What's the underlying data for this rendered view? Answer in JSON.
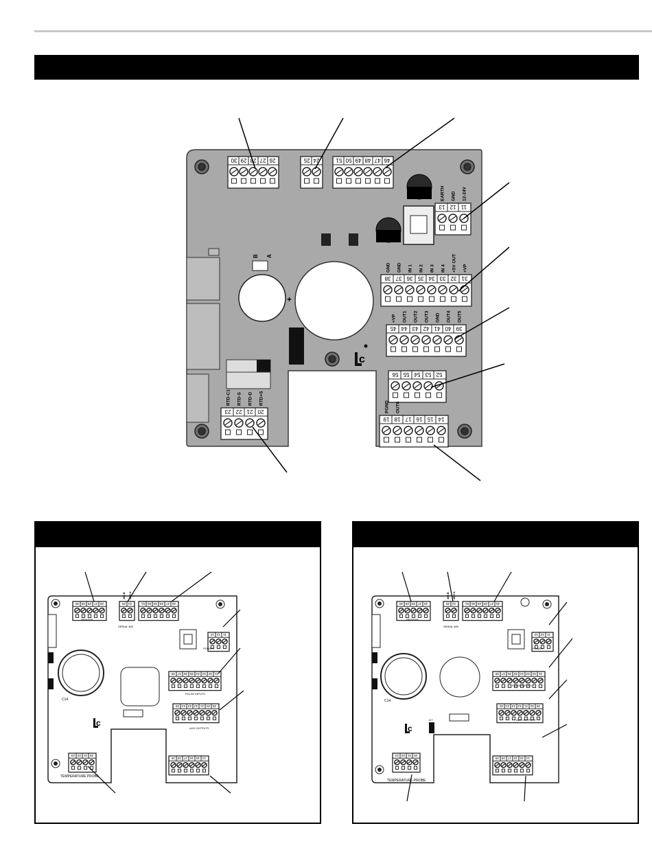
{
  "main_board": {
    "terminal_top_left": [
      "30",
      "29",
      "28",
      "27",
      "26"
    ],
    "terminal_top_mid": [
      "25",
      "24"
    ],
    "terminal_top_right": [
      "51",
      "50",
      "49",
      "48",
      "47",
      "46"
    ],
    "power_labels": [
      "EARTH",
      "GND",
      "12-24V"
    ],
    "power_numbers": [
      "13",
      "12",
      "11"
    ],
    "input_labels": [
      "GND",
      "GND",
      "IN 1",
      "IN 2",
      "IN 3",
      "IN 4",
      "+5V OUT",
      "+VP"
    ],
    "input_numbers": [
      "38",
      "37",
      "36",
      "35",
      "34",
      "33",
      "32",
      "31"
    ],
    "output_labels": [
      "+VP",
      "OUT1",
      "OUT2",
      "OUT3",
      "GND",
      "OUT4",
      "OUT5"
    ],
    "output_numbers": [
      "45",
      "44",
      "43",
      "42",
      "41",
      "40",
      "39"
    ],
    "aux_numbers": [
      "56",
      "55",
      "54",
      "53",
      "52"
    ],
    "bottom_labels": [
      "PGND",
      "OUT6"
    ],
    "bottom_numbers": [
      "19",
      "18",
      "17",
      "16",
      "15",
      "14"
    ],
    "rtd_labels": [
      "RTD-C1",
      "RTD-S",
      "RTD-D",
      "RTD+S"
    ],
    "rtd_numbers": [
      "23",
      "22",
      "21",
      "20"
    ],
    "switch_labels": [
      "B",
      "A"
    ],
    "plus_mark": "+"
  },
  "small_boards": {
    "printer_label": "PRINTER",
    "serial_label": "SERIAL 485",
    "rs485_labels": [
      "485-B",
      "485+A"
    ],
    "power_label": "POWER",
    "pulse_label": "PULSE INPUTS",
    "aux_label": "AUX OUTPUTS",
    "temp_label": "TEMPERATURE PROBE",
    "cap_label": "C14",
    "jumper_label": "J17"
  }
}
